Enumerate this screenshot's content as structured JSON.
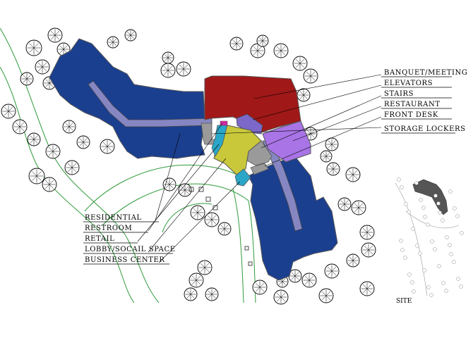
{
  "legend_right": [
    {
      "key": "banquet",
      "label": "BANQUET/MEETING"
    },
    {
      "key": "elevators",
      "label": "ELEVATORS"
    },
    {
      "key": "stairs",
      "label": "STAIRS"
    },
    {
      "key": "restaurant",
      "label": "RESTAURANT"
    },
    {
      "key": "front_desk",
      "label": "FRONT DESK"
    },
    {
      "key": "storage",
      "label": "STORAGE LOCKERS"
    }
  ],
  "legend_left": [
    {
      "key": "residential",
      "label": "RESIDENTIAL"
    },
    {
      "key": "restroom",
      "label": "RESTROOM"
    },
    {
      "key": "retail",
      "label": "RETAIL"
    },
    {
      "key": "lobby",
      "label": "LOBBY/SOCAIL SPACE"
    },
    {
      "key": "business",
      "label": "BUSINESS CENTER"
    }
  ],
  "site_label": "SITE",
  "colors": {
    "residential": "#1b3f8f",
    "banquet": "#a01818",
    "elevators": "#7b68c8",
    "restaurant": "#a874e6",
    "stairs": "#9a9a9a",
    "lobby": "#c8c83a",
    "retail": "#2aa6c8",
    "restroom": "#d22aa0",
    "corridor": "#8686c2",
    "roads": "#2e9a3a"
  }
}
